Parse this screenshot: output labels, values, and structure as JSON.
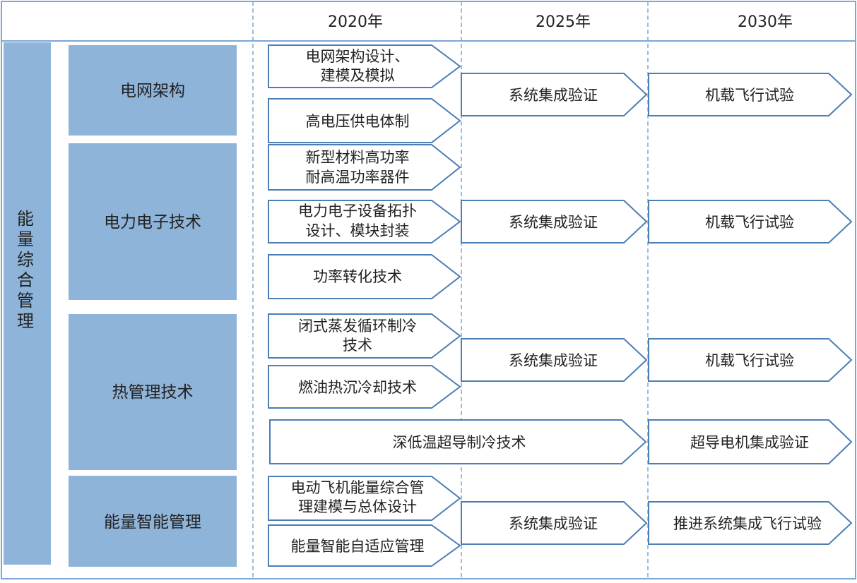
{
  "header": {
    "years": [
      "2020年",
      "2025年",
      "2030年"
    ]
  },
  "root": {
    "label_chars": [
      "能",
      "量",
      "综",
      "合",
      "管",
      "理"
    ]
  },
  "categories": [
    "电网架构",
    "电力电子技术",
    "热管理技术",
    "能量智能管理"
  ],
  "stage1": [
    [
      "电网架构设计、",
      "建模及模拟"
    ],
    [
      "高电压供电体制"
    ],
    [
      "新型材料高功率",
      "耐高温功率器件"
    ],
    [
      "电力电子设备拓扑",
      "设计、模块封装"
    ],
    [
      "功率转化技术"
    ],
    [
      "闭式蒸发循环制冷",
      "技术"
    ],
    [
      "燃油热沉冷却技术"
    ],
    [
      "电动飞机能量综合管",
      "理建模与总体设计"
    ],
    [
      "能量智能自适应管理"
    ]
  ],
  "long_stage": "深低温超导制冷技术",
  "stage2": [
    "系统集成验证",
    "系统集成验证",
    "系统集成验证",
    "系统集成验证"
  ],
  "stage3": [
    "机载飞行试验",
    "机载飞行试验",
    "机载飞行试验",
    "超导电机集成验证",
    "推进系统集成飞行试验"
  ],
  "colors": {
    "category_fill": "#8fb4d9",
    "arrow_stroke": "#4a7eb5",
    "grid_line": "#7da7d4",
    "text": "#222222"
  }
}
